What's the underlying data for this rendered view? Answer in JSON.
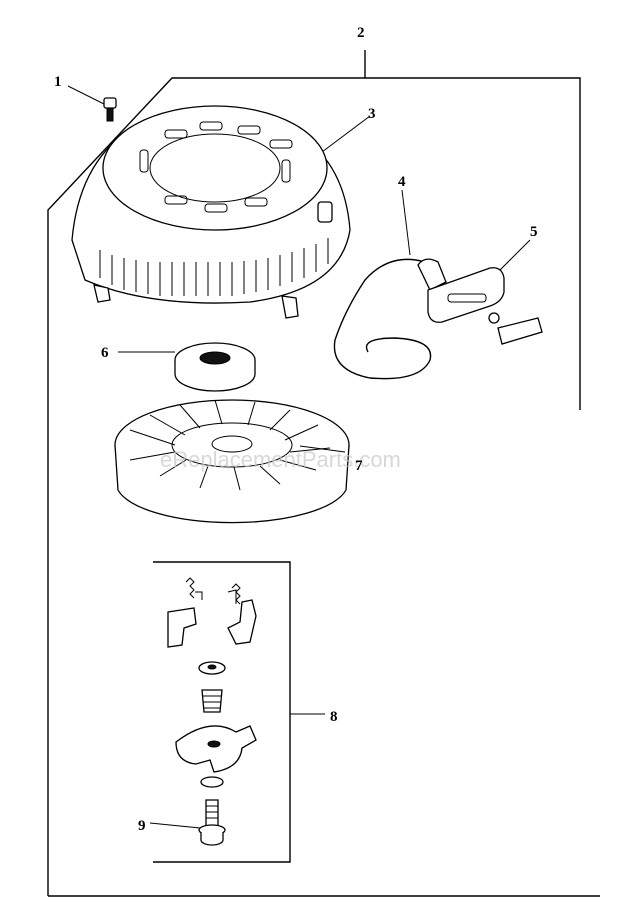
{
  "diagram": {
    "callouts": [
      "1",
      "2",
      "3",
      "4",
      "5",
      "6",
      "7",
      "8",
      "9"
    ],
    "watermark": "eReplacementParts.com"
  },
  "colors": {
    "line": "#000000",
    "background": "#ffffff",
    "watermark": "#c8c8c8"
  },
  "parts": [
    {
      "callout": "1",
      "icon": "screw-icon"
    },
    {
      "callout": "3",
      "icon": "recoil-housing-icon"
    },
    {
      "callout": "4",
      "icon": "starter-rope-icon"
    },
    {
      "callout": "5",
      "icon": "starter-handle-icon"
    },
    {
      "callout": "6",
      "icon": "spacer-ring-icon"
    },
    {
      "callout": "7",
      "icon": "rope-pulley-icon"
    },
    {
      "callout": "8",
      "icon": "pawl-kit-icon"
    },
    {
      "callout": "9",
      "icon": "center-bolt-icon"
    }
  ]
}
